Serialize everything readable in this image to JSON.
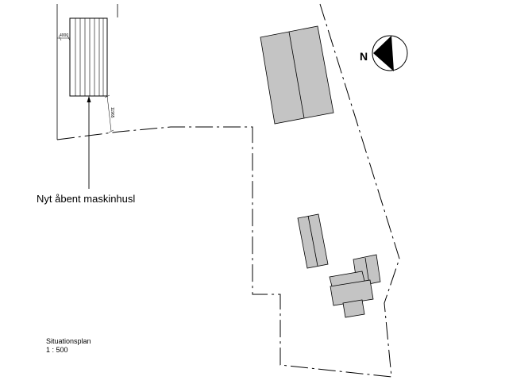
{
  "callout": {
    "label": "Nyt åbent maskinhusl"
  },
  "legend": {
    "title": "Situationsplan",
    "scale": "1 : 500"
  },
  "dimensions": {
    "width": "4000",
    "offset": "11965"
  },
  "north_arrow": {
    "letter": "N"
  }
}
